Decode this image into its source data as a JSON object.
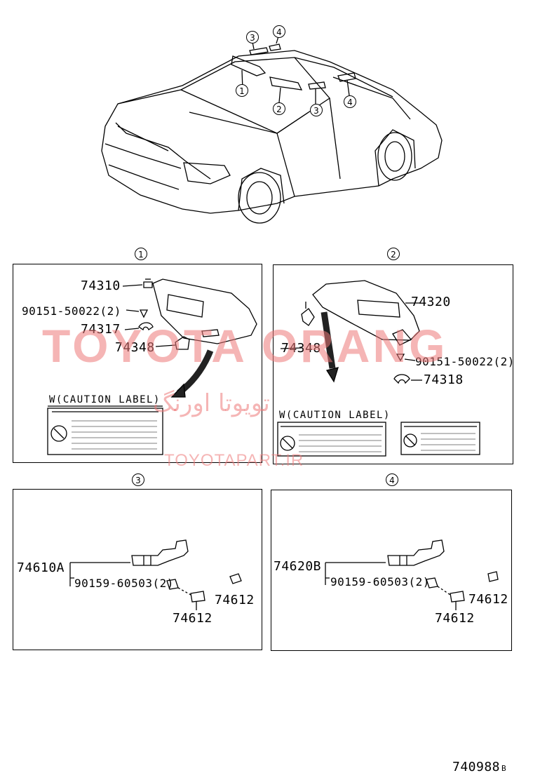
{
  "overview": {
    "callouts": [
      "1",
      "2",
      "3",
      "4",
      "3",
      "4"
    ]
  },
  "panel1": {
    "marker": "1",
    "parts": [
      "74310",
      "90151-50022(2)",
      "74317",
      "74348"
    ],
    "caption": "W(CAUTION LABEL)"
  },
  "panel2": {
    "marker": "2",
    "parts": [
      "74320",
      "74348",
      "90151-50022(2)",
      "74318"
    ],
    "caption": "W(CAUTION LABEL)"
  },
  "panel3": {
    "marker": "3",
    "parts": [
      "74610A",
      "90159-60503(2)",
      "74612",
      "74612"
    ]
  },
  "panel4": {
    "marker": "4",
    "parts": [
      "74620B",
      "90159-60503(2)",
      "74612",
      "74612"
    ]
  },
  "watermarks": {
    "brand": "TOYOTA ORANG",
    "persian": "تویوتا اورنگ",
    "site": "TOYOTAPART.IR"
  },
  "drawing_code": {
    "number": "740988",
    "suffix": "B"
  }
}
